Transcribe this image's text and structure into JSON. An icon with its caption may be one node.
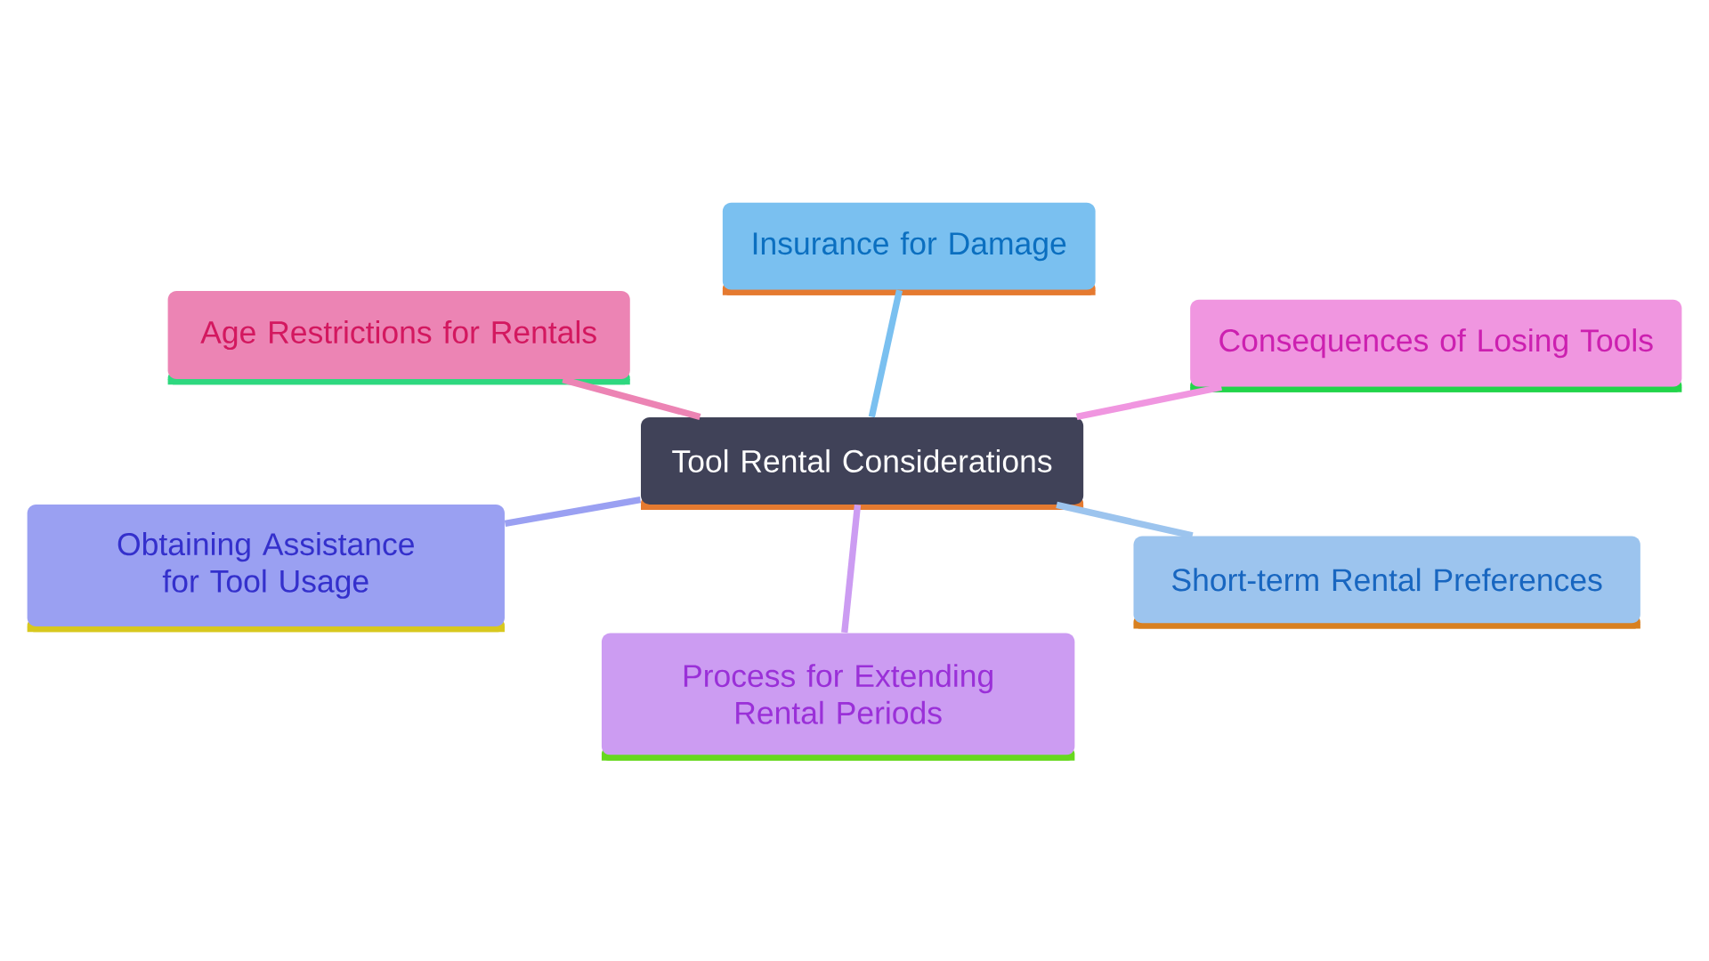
{
  "diagram": {
    "nodes": [
      {
        "text": [
          "Tool Rental Considerations"
        ]
      },
      {
        "text": [
          "Insurance for Damage"
        ]
      },
      {
        "text": [
          "Age Restrictions for Rentals"
        ]
      },
      {
        "text": [
          "Consequences of Losing Tools"
        ]
      },
      {
        "text": [
          "Obtaining Assistance for Tool Usage"
        ]
      },
      {
        "text": [
          "Short-term Rental Preferences"
        ]
      },
      {
        "text": [
          "Process for Extending Rental Periods"
        ]
      }
    ],
    "edges": [
      {
        "from": 0,
        "to": 1,
        "arrow": "none",
        "color": "#7ac0f0"
      },
      {
        "from": 0,
        "to": 2,
        "arrow": "none",
        "color": "#ec84b4"
      },
      {
        "from": 0,
        "to": 3,
        "arrow": "none",
        "color": "#f096e0"
      },
      {
        "from": 0,
        "to": 4,
        "arrow": "none",
        "color": "#9aa0f2"
      },
      {
        "from": 0,
        "to": 5,
        "arrow": "none",
        "color": "#9cc4ee"
      },
      {
        "from": 0,
        "to": 6,
        "arrow": "none",
        "color": "#cc9cf2"
      }
    ]
  }
}
